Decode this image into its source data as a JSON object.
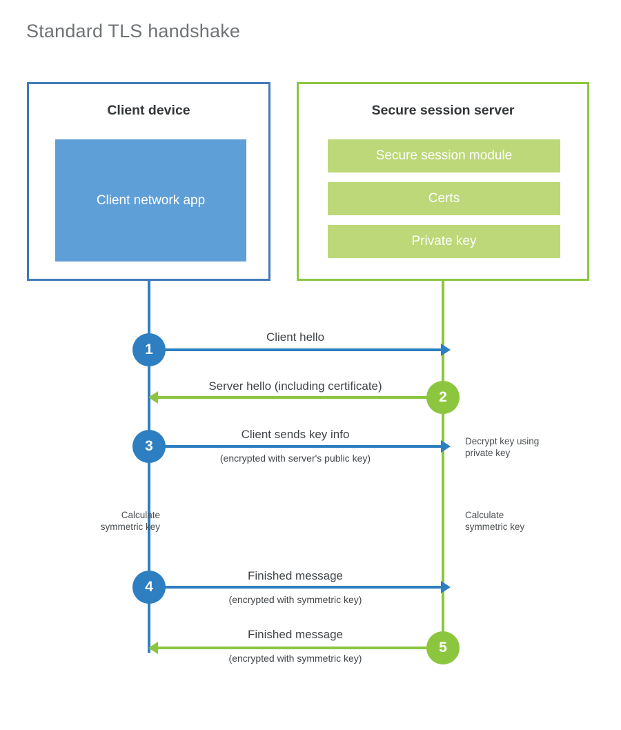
{
  "title": "Standard TLS handshake",
  "client": {
    "title": "Client device",
    "app_block": "Client network app"
  },
  "server": {
    "title": "Secure session server",
    "blocks": [
      "Secure session module",
      "Certs",
      "Private key"
    ]
  },
  "steps": [
    {
      "number": "1",
      "label": "Client hello",
      "sublabel": "",
      "direction": "client-to-server",
      "color": "#2d7fc1"
    },
    {
      "number": "2",
      "label": "Server hello (including certificate)",
      "sublabel": "",
      "direction": "server-to-client",
      "color": "#8cc63f"
    },
    {
      "number": "3",
      "label": "Client sends key info",
      "sublabel": "(encrypted with server's public key)",
      "direction": "client-to-server",
      "color": "#2d7fc1"
    },
    {
      "number": "4",
      "label": "Finished message",
      "sublabel": "(encrypted with symmetric key)",
      "direction": "client-to-server",
      "color": "#2d7fc1"
    },
    {
      "number": "5",
      "label": "Finished message",
      "sublabel": "(encrypted with symmetric key)",
      "direction": "server-to-client",
      "color": "#8cc63f"
    }
  ],
  "annotations": {
    "decrypt_key": "Decrypt key using\nprivate key",
    "client_symmetric": "Calculate\nsymmetric key",
    "server_symmetric": "Calculate\nsymmetric key"
  },
  "colors": {
    "client_border": "#4179b8",
    "client_fill": "#5f9fd8",
    "client_accent": "#2d7fc1",
    "server_border": "#8cc63f",
    "server_fill": "#bcd878",
    "server_accent": "#8cc63f",
    "title_text": "#6f7376",
    "body_text": "#3f4448",
    "background": "#ffffff"
  }
}
